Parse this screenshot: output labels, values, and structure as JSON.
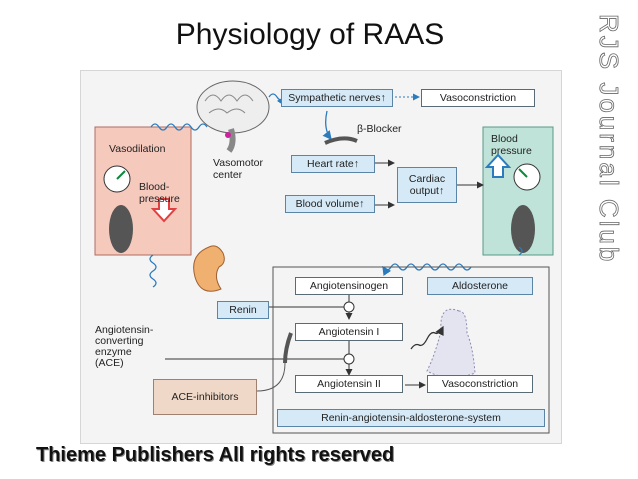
{
  "title": "Physiology of RAAS",
  "side_text": "RJS Journal Club",
  "footer": "Thieme Publishers All rights reserved",
  "left_panel": {
    "vasodilation": "Vasodilation",
    "blood_pressure": "Blood-\npressure"
  },
  "right_panel": {
    "blood_pressure": "Blood\npressure"
  },
  "labels": {
    "vasomotor": "Vasomotor\ncenter",
    "beta_blocker": "β-Blocker",
    "ace": "Angiotensin-\nconverting\nenzyme\n(ACE)",
    "raas": "Renin-angiotensin-aldosterone-system"
  },
  "boxes": {
    "sympathetic": "Sympathetic nerves↑",
    "vasoconstriction_top": "Vasoconstriction",
    "heart_rate": "Heart rate↑",
    "blood_volume": "Blood volume↑",
    "cardiac_output": "Cardiac\noutput↑",
    "renin": "Renin",
    "angiotensinogen": "Angiotensinogen",
    "aldosterone": "Aldosterone",
    "angiotensin1": "Angiotensin I",
    "angiotensin2": "Angiotensin II",
    "vasoconstriction_bottom": "Vasoconstriction",
    "ace_inhibitors": "ACE-inhibitors"
  },
  "colors": {
    "left_panel": "#f6c9bd",
    "right_panel": "#bfe3d8",
    "blue_box": "#d6e9f7",
    "ace_inhibitor_box": "#efd8c8",
    "wave": "#2b7bbd"
  }
}
